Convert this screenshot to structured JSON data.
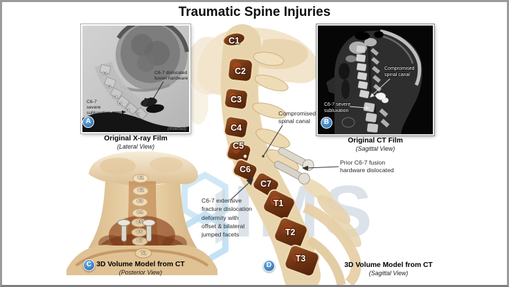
{
  "title": "Traumatic Spine Injuries",
  "watermark": {
    "text": "IMS"
  },
  "colors": {
    "badge_blue": "#3c82c4",
    "bone_tan": "#e9d5ae",
    "vertebra_brown": "#6e3312",
    "watermark_blue": "#cfe9f6",
    "watermark_gray": "#c6d0db",
    "frame_gray": "#9a9a9a"
  },
  "panels": {
    "xray": {
      "badge": "A",
      "caption": "Original X-ray Film",
      "view": "(Lateral View)",
      "inverted": "(Inverted)",
      "vertebrae": [
        "C2",
        "C3",
        "C4",
        "C5",
        "C6",
        "C7"
      ],
      "ann_hardware": [
        "C6-7 dislocated",
        "fusion hardware"
      ],
      "ann_sublux": [
        "C6-7",
        "severe",
        "subluxation"
      ]
    },
    "ct": {
      "badge": "B",
      "caption": "Original CT Film",
      "view": "(Sagittal View)",
      "ann_canal": [
        "Compromised",
        "spinal canal"
      ],
      "ann_sublux": [
        "C6-7 severe",
        "subluxation"
      ]
    },
    "posterior": {
      "badge": "C",
      "caption": "3D Volume Model from CT",
      "view": "(Posterior View)",
      "vertebrae": [
        "C1",
        "C2",
        "C3",
        "C4",
        "C5",
        "C6",
        "C7",
        "T1"
      ]
    },
    "sagittal": {
      "badge": "D",
      "caption": "3D Volume Model from CT",
      "view": "(Sagittal View)",
      "vertebrae": [
        "C1",
        "C2",
        "C3",
        "C4",
        "C5",
        "C6",
        "C7",
        "T1",
        "T2",
        "T3"
      ],
      "ann_canal": [
        "Compromised",
        "spinal canal"
      ],
      "ann_fracture": [
        "C6-7 extensive",
        "fracture dislocation",
        "deformity with",
        "offset & bilateral",
        "jumped facets"
      ],
      "ann_prior": [
        "Prior C6-7 fusion",
        "hardware dislocated"
      ]
    }
  }
}
